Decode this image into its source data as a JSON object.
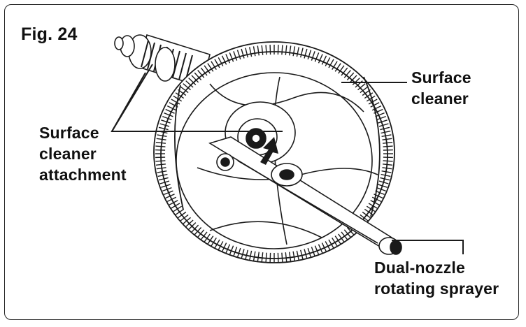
{
  "figure": {
    "number_label": "Fig. 24"
  },
  "callouts": {
    "surface_cleaner": [
      "Surface",
      "cleaner"
    ],
    "surface_cleaner_attachment": [
      "Surface",
      "cleaner",
      "attachment"
    ],
    "dual_nozzle_sprayer": [
      "Dual-nozzle",
      "rotating sprayer"
    ]
  },
  "colors": {
    "line": "#1a1a1a",
    "background": "#ffffff"
  }
}
